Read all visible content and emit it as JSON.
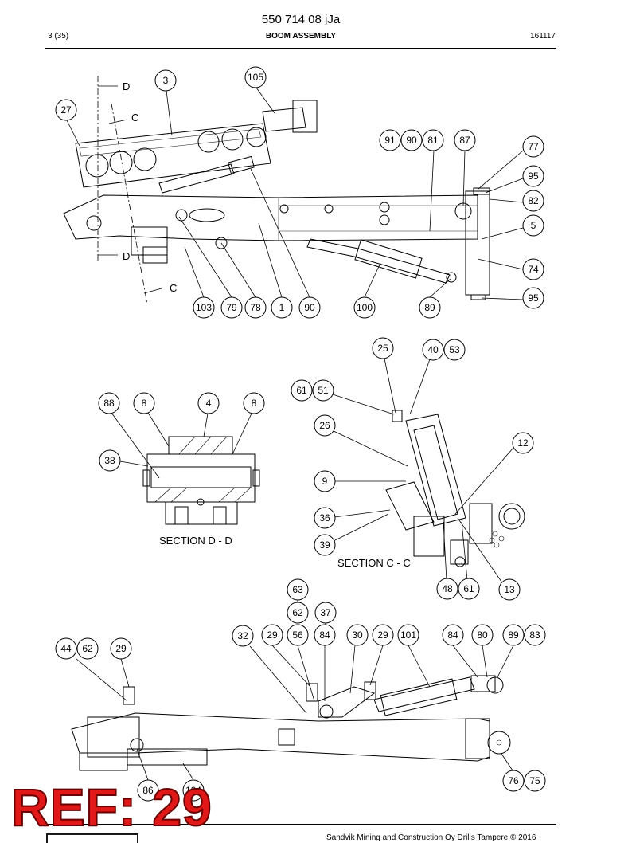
{
  "header": {
    "doc_code": "550 714 08 jJa",
    "page": "3 (35)",
    "title": "BOOM ASSEMBLY",
    "date_code": "161117"
  },
  "sections": {
    "section_d": "SECTION D - D",
    "section_c": "SECTION C - C",
    "cut_d_top": "D",
    "cut_d_bottom": "D",
    "cut_c_top": "C",
    "cut_c_bottom": "C"
  },
  "callouts": {
    "top": [
      "3",
      "105",
      "27",
      "91",
      "90",
      "81",
      "87",
      "77",
      "95",
      "82",
      "5",
      "74",
      "95",
      "103",
      "79",
      "78",
      "1",
      "90",
      "100",
      "89"
    ],
    "section_d": [
      "88",
      "8",
      "4",
      "8",
      "38"
    ],
    "section_c": [
      "25",
      "40",
      "53",
      "61",
      "51",
      "26",
      "12",
      "9",
      "36",
      "39",
      "48",
      "61",
      "13"
    ],
    "bottom": [
      "63",
      "62",
      "37",
      "32",
      "29",
      "56",
      "84",
      "30",
      "29",
      "101",
      "84",
      "80",
      "89",
      "83",
      "44",
      "62",
      "29",
      "76",
      "75",
      "86",
      "104"
    ]
  },
  "footer": {
    "copyright": "Sandvik Mining and Construction Oy Drills Tampere © 2016"
  },
  "stamp": {
    "text": "REF: 29",
    "color": "#e11818"
  }
}
